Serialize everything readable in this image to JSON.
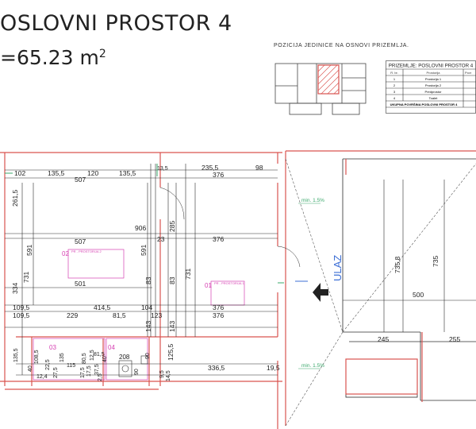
{
  "header": {
    "title": "OSLOVNI PROSTOR 4",
    "area_prefix": "=",
    "area_value": "65.23 m",
    "area_exp": "2"
  },
  "position_label": "POZICIJA JEDINICE NA OSNOVI PRIZEMLJA.",
  "entrance_label": "ULAZ",
  "legend_table": {
    "title": "PRIZEMLJE: POSLOVNI PROSTOR 4",
    "col_no": "R. br.",
    "col_room": "Prostorija",
    "col_area": "Povr",
    "rows": [
      {
        "no": "1",
        "room": "Prostorija 1"
      },
      {
        "no": "2",
        "room": "Prostorija 2"
      },
      {
        "no": "3",
        "room": "Predprostor"
      },
      {
        "no": "4",
        "room": "Toalet"
      }
    ],
    "total": "UKUPNA POVRŠINA POSLOVNI PROSTOR 4"
  },
  "slopes": [
    {
      "id": "slope-top",
      "text": "min. 1.5%"
    },
    {
      "id": "slope-bottom",
      "text": "min. 1.5%"
    }
  ],
  "rooms": [
    {
      "id": "02",
      "name": "PR - PROSTORIJA 2"
    },
    {
      "id": "01",
      "name": "PR - PROSTORIJA 1"
    },
    {
      "id": "03",
      "name": ""
    },
    {
      "id": "04",
      "name": ""
    }
  ],
  "dimensions": {
    "top_row": [
      "102",
      "135,5",
      "120",
      "135,5",
      "13,5",
      "235,5",
      "98"
    ],
    "row_507_top": [
      "507",
      "376"
    ],
    "row_mid": [
      "507",
      "23",
      "376"
    ],
    "row_501": "501",
    "row_4145": [
      "109,5",
      "414,5",
      "104",
      "376"
    ],
    "row_229": [
      "109,5",
      "229",
      "81,5",
      "123",
      "376"
    ],
    "lower_row": [
      "336,5",
      "19,5"
    ],
    "verticals": [
      "261,5",
      "591",
      "731",
      "334",
      "906",
      "591",
      "285",
      "83",
      "83",
      "143",
      "731",
      "143",
      "125,5",
      "735,8",
      "735"
    ],
    "right_room": [
      "500",
      "245",
      "255"
    ],
    "bathroom": [
      "135,5",
      "108,5",
      "40",
      "115",
      "135",
      "17,5",
      "80,5",
      "37,5",
      "12,5",
      "40",
      "208",
      "90",
      "90",
      "81,5",
      "27,5",
      "14,5",
      "9,5",
      "22,5",
      "17,5",
      "12,4",
      "2,5"
    ]
  },
  "colors": {
    "wall_red": "#d9534f",
    "zone_magenta": "#d63fb2",
    "line_dark": "#2b2b2b",
    "cut_green": "#3aa86b",
    "entrance_blue": "#3d6fd6"
  }
}
